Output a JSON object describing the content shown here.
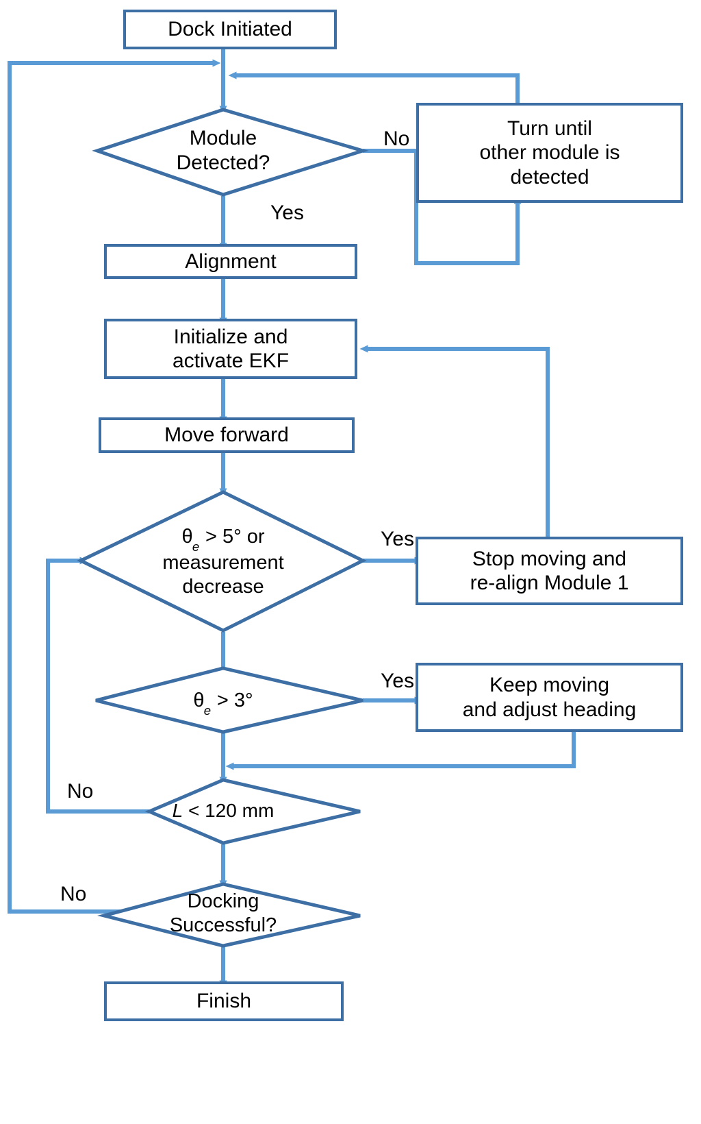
{
  "diagram": {
    "title": "Autonomous docking procedure flowchart",
    "colors": {
      "shape_border": "#3d6fa5",
      "connector": "#5b9bd5",
      "diamond_border": "#3d6fa5",
      "text": "#000000",
      "background": "#ffffff"
    },
    "nodes": [
      {
        "id": "dock-initiated",
        "type": "process",
        "label": "Dock Initiated"
      },
      {
        "id": "module-detected",
        "type": "decision",
        "label": "Module\nDetected?",
        "line1": "Module",
        "line2": "Detected?"
      },
      {
        "id": "turn-until",
        "type": "process",
        "label": "Turn until\nother module is\ndetected",
        "line1": "Turn until",
        "line2": "other module is",
        "line3": "detected"
      },
      {
        "id": "alignment",
        "type": "process",
        "label": "Alignment"
      },
      {
        "id": "initialize-ekf",
        "type": "process",
        "label": "Initialize and\nactivate EKF",
        "line1": "Initialize and",
        "line2": "activate EKF"
      },
      {
        "id": "move-forward",
        "type": "process",
        "label": "Move forward"
      },
      {
        "id": "theta-5-or-meas",
        "type": "decision",
        "label": "θe > 5° or measurement decrease",
        "line1_pre": "θ",
        "line1_sub": "e",
        "line1_post": " > 5° or",
        "line2": "measurement",
        "line3": "decrease"
      },
      {
        "id": "stop-realign",
        "type": "process",
        "label": "Stop moving and\nre-align Module 1",
        "line1": "Stop moving and",
        "line2": "re-align Module 1"
      },
      {
        "id": "theta-3",
        "type": "decision",
        "label": "θe > 3°",
        "line1_pre": "θ",
        "line1_sub": "e",
        "line1_post": " > 3°"
      },
      {
        "id": "keep-moving",
        "type": "process",
        "label": "Keep moving\nand adjust heading",
        "line1": "Keep moving",
        "line2": "and adjust heading"
      },
      {
        "id": "length-120",
        "type": "decision",
        "label": "L < 120 mm",
        "line1_pre": "L",
        "line1_post": " < 120 mm"
      },
      {
        "id": "docking-successful",
        "type": "decision",
        "label": "Docking\nSuccessful?",
        "line1": "Docking",
        "line2": "Successful?"
      },
      {
        "id": "finish",
        "type": "process",
        "label": "Finish"
      }
    ],
    "edge_labels": {
      "module_detected_no": "No",
      "module_detected_yes": "Yes",
      "theta5_yes": "Yes",
      "theta3_yes": "Yes",
      "length120_no": "No",
      "docking_no": "No"
    }
  }
}
